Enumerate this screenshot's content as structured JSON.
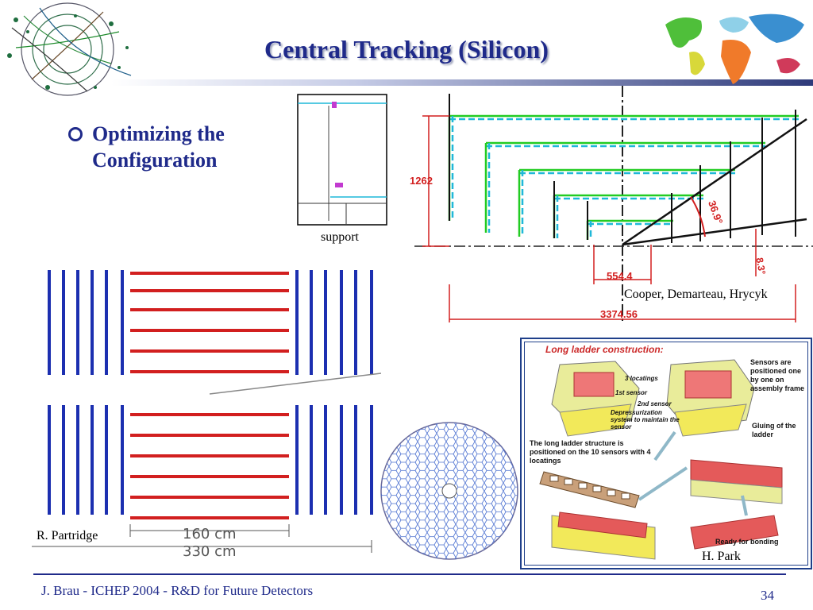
{
  "title": "Central Tracking (Silicon)",
  "bullet": {
    "line1": "Optimizing the",
    "line2": "Configuration"
  },
  "captions": {
    "support": "support",
    "cooper": "Cooper, Demarteau, Hrycyk",
    "partridge": "R. Partridge",
    "park": "H. Park"
  },
  "layout_drawing": {
    "dim_1262": "1262",
    "dim_554": "554.4",
    "dim_3374": "3374.56",
    "angle_369": "36.9°",
    "angle_83": "8.3°"
  },
  "partridge_drawing": {
    "dim_160": "160 cm",
    "dim_330": "330 cm"
  },
  "ladder": {
    "title": "Long ladder construction:",
    "note_sensors": "Sensors are positioned one by one on assembly frame",
    "note_locatings": "3 locatings",
    "note_sensor1": "1st sensor",
    "note_sensor2": "2nd sensor",
    "note_depress": "Depressurization system to maintain the sensor",
    "note_structure": "The long ladder structure is positioned on the 10 sensors with 4 locatings",
    "note_gluing": "Gluing of the ladder",
    "note_bonding": "Ready for bonding"
  },
  "footer": {
    "text": "J. Brau - ICHEP 2004 - R&D for Future Detectors",
    "page": "34"
  },
  "colors": {
    "title": "#1f2a8a",
    "barrel_blue": "#1c2fb0",
    "disk_red": "#d21f1f",
    "layer_green": "#22cc22",
    "layer_cyan": "#1fb8d8"
  }
}
